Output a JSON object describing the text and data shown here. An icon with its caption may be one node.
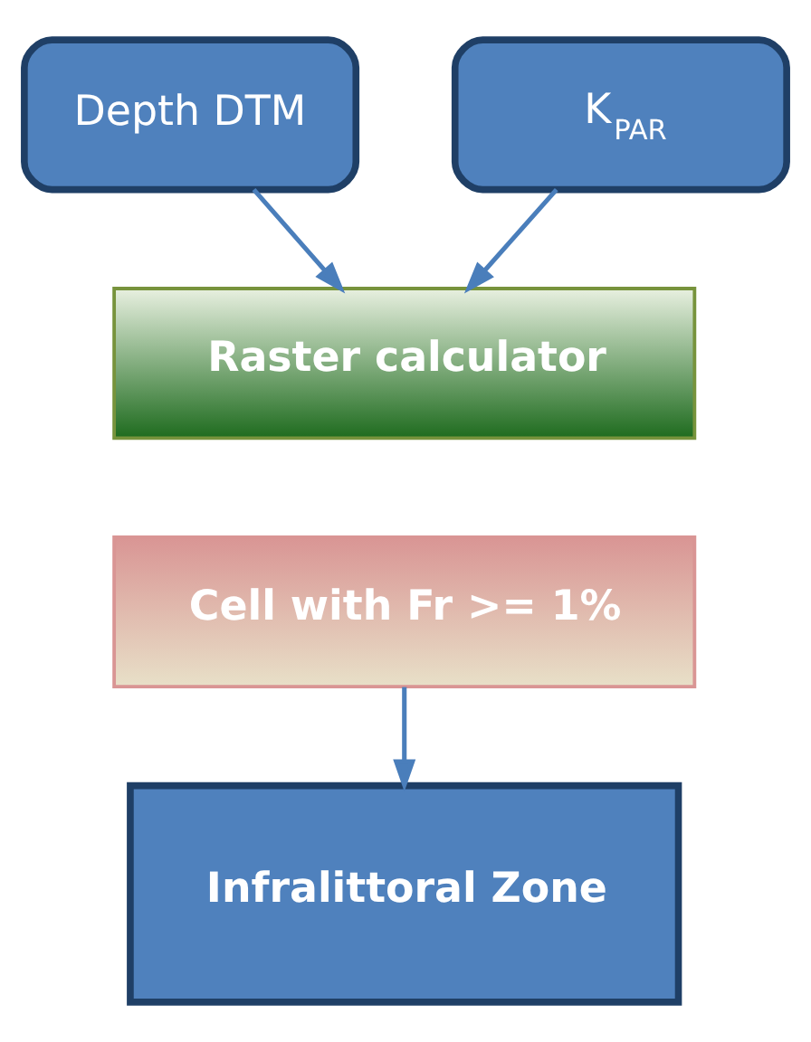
{
  "diagram": {
    "nodes": [
      {
        "text": [
          "Depth DTM"
        ]
      },
      {
        "text": [
          "K$_{PAR}$"
        ]
      },
      {
        "text": [
          "Raster calculator"
        ]
      },
      {
        "text": [
          "Cell with Fr >= 1%"
        ]
      },
      {
        "text": [
          "Infralittoral Zone"
        ]
      }
    ],
    "edges": [
      {
        "from": 0,
        "to": 2,
        "arrow": "to"
      },
      {
        "from": 1,
        "to": 2,
        "arrow": "to"
      },
      {
        "from": 3,
        "to": 4,
        "arrow": "to"
      }
    ]
  }
}
